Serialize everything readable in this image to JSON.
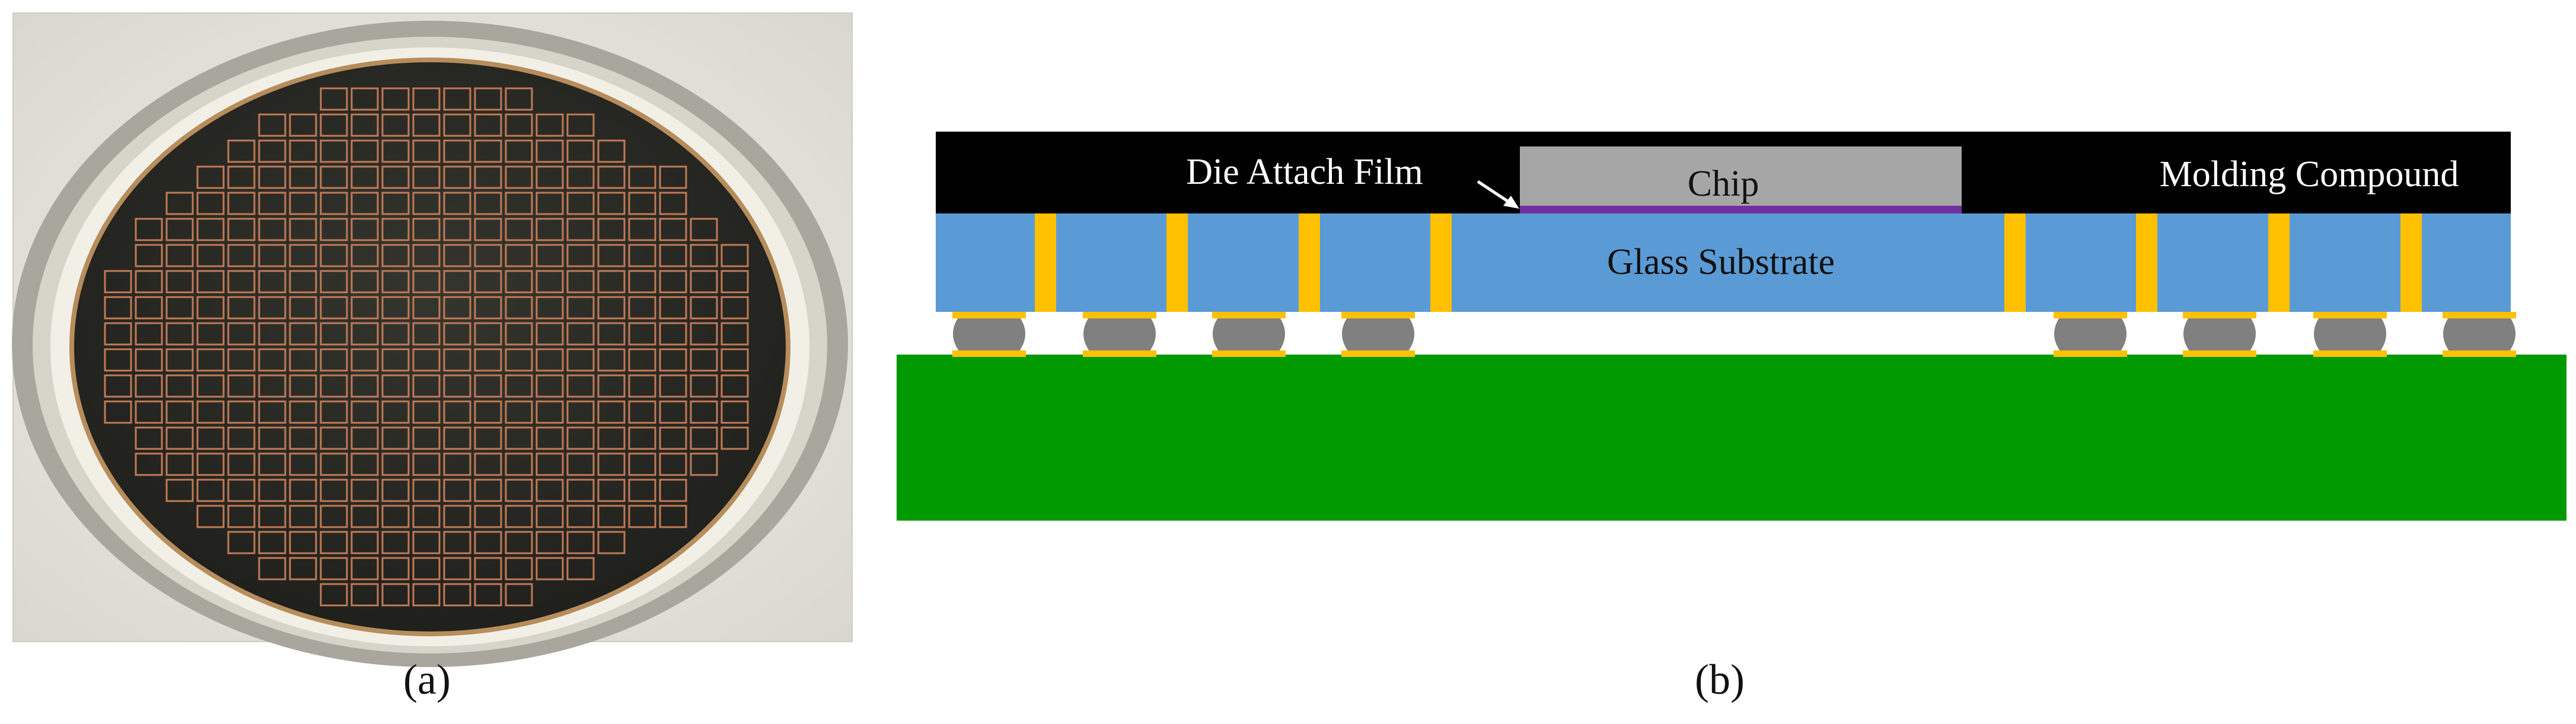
{
  "panel_a": {
    "caption": "(a)"
  },
  "panel_b": {
    "caption": "(b)",
    "labels": {
      "die_attach_film": "Die Attach Film",
      "chip": "Chip",
      "molding_compound": "Molding Compound",
      "glass_substrate": "Glass Substrate"
    }
  },
  "colors": {
    "molding_compound": "#000000",
    "chip": "#a6a6a6",
    "die_attach_film": "#7030a0",
    "glass_substrate": "#5b9bd5",
    "via": "#ffc000",
    "solder_ball": "#808080",
    "pcb": "#009900",
    "wafer": "#2a2a26",
    "die_outline": "#c07a55"
  }
}
